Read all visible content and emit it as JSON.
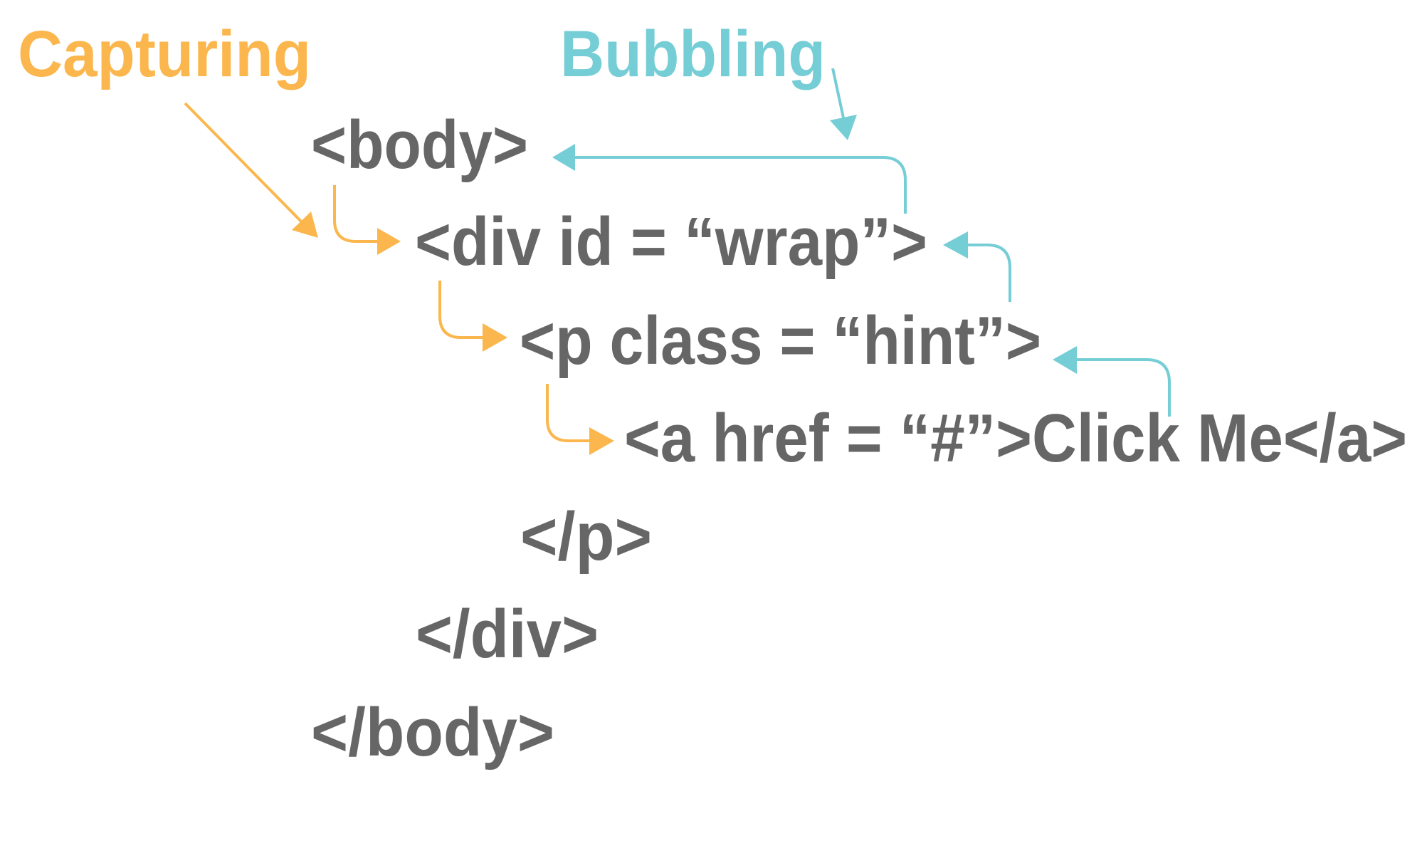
{
  "diagram": {
    "labels": {
      "capturing": "Capturing",
      "bubbling": "Bubbling"
    },
    "code_lines": [
      "<body>",
      "<div id = “wrap”>",
      "<p class = “hint”>",
      "<a href = “#”>Click Me</a>",
      "</p>",
      "</div>",
      "</body>"
    ],
    "colors": {
      "capturing": "#FBB74D",
      "bubbling": "#75CDD6",
      "code_text": "#666666",
      "background": "#FFFFFF"
    }
  }
}
